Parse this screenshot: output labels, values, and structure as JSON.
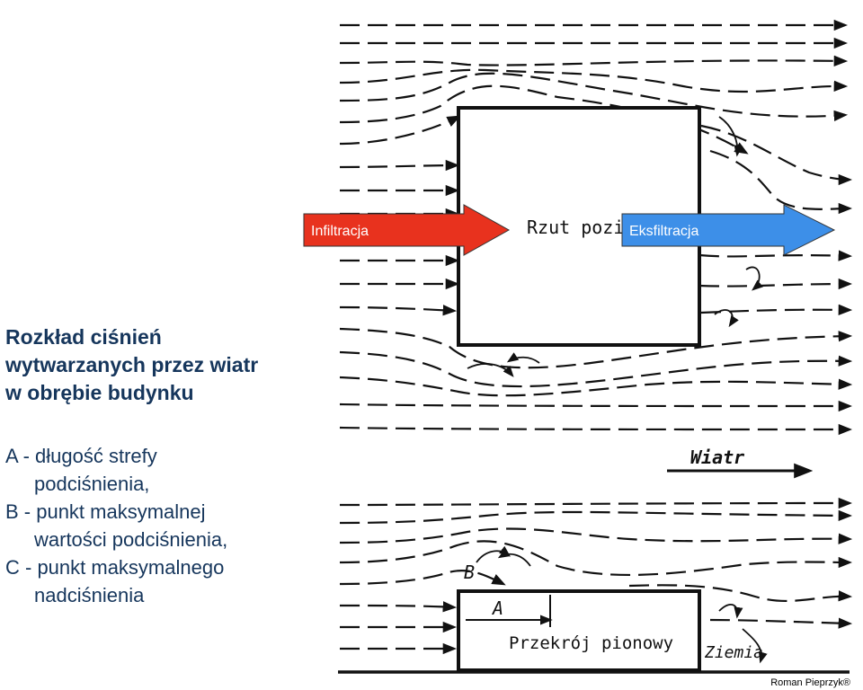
{
  "title": {
    "line1": "Rozkład ciśnień",
    "line2": "wytwarzanych przez wiatr",
    "line3": "w obrębie budynku"
  },
  "legend": {
    "a_lead": "A - długość strefy",
    "a_cont": "podciśnienia,",
    "b_lead": "B - punkt maksymalnej",
    "b_cont": "wartości podciśnienia,",
    "c_lead": "C - punkt maksymalnego",
    "c_cont": "nadciśnienia"
  },
  "arrows": {
    "infiltration": "Infiltracja",
    "infiltration_color": "#e8321e",
    "exfiltration": "Eksfiltracja",
    "exfiltration_color": "#3d8fe8"
  },
  "plan_view": {
    "label": "Rzut pozior"
  },
  "section_view": {
    "label": "Przekrój pionowy",
    "ground": "Ziemia",
    "marker_a": "A",
    "marker_b": "B"
  },
  "wind": {
    "label": "Wiatr"
  },
  "credit": "Roman Pieprzyk®"
}
